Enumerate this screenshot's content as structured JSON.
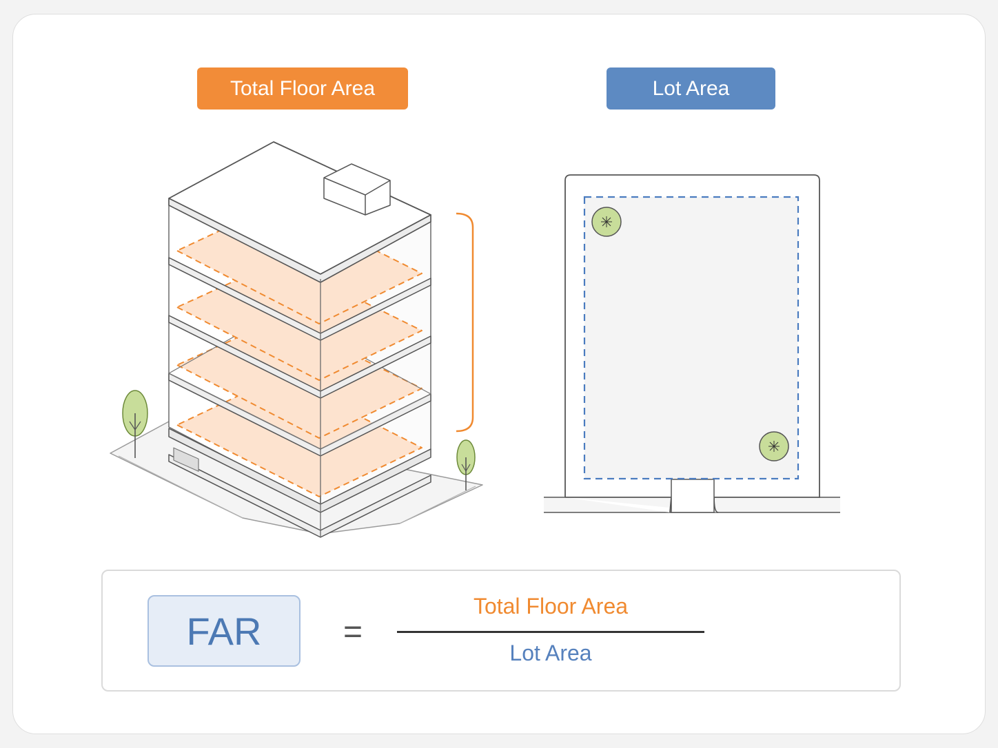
{
  "labels": {
    "total_floor_area": "Total Floor Area",
    "lot_area": "Lot Area"
  },
  "formula": {
    "lhs": "FAR",
    "equals": "=",
    "numerator": "Total Floor Area",
    "denominator": "Lot Area"
  },
  "colors": {
    "orange": "#f28c38",
    "blue": "#5d8ac2",
    "floor_fill": "#fde3cf",
    "tree_green": "#c8dd9a"
  },
  "icons": [
    "building-icon",
    "tree-icon",
    "lot-plan-icon"
  ]
}
